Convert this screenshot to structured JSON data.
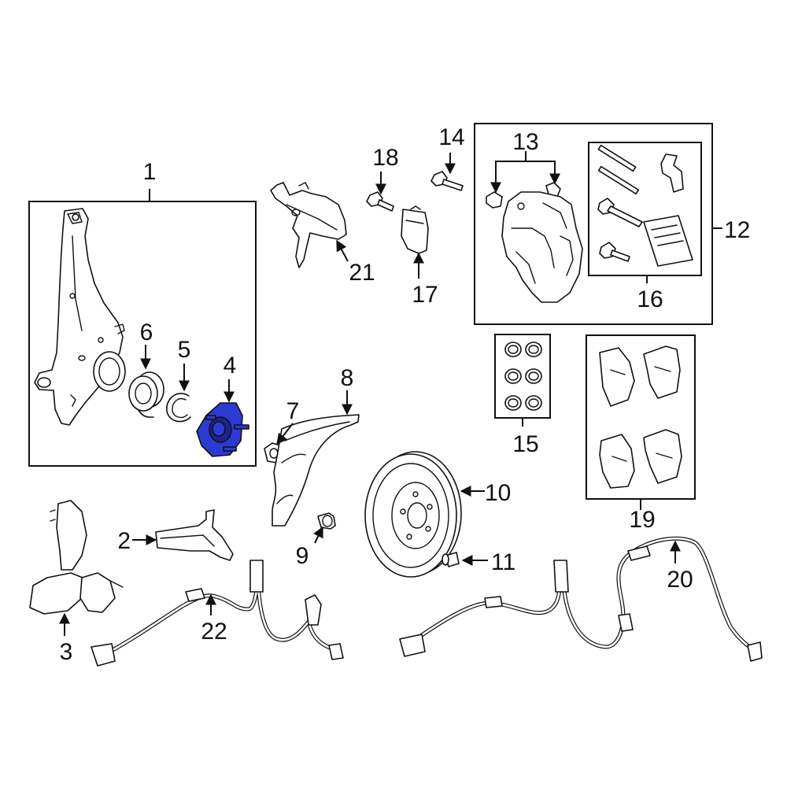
{
  "highlight_color": "#2b3bd1",
  "callouts": {
    "c1": "1",
    "c2": "2",
    "c3": "3",
    "c4": "4",
    "c5": "5",
    "c6": "6",
    "c7": "7",
    "c8": "8",
    "c9": "9",
    "c10": "10",
    "c11": "11",
    "c12": "12",
    "c13": "13",
    "c14": "14",
    "c15": "15",
    "c16": "16",
    "c17": "17",
    "c18": "18",
    "c19": "19",
    "c20": "20",
    "c21": "21",
    "c22": "22"
  }
}
